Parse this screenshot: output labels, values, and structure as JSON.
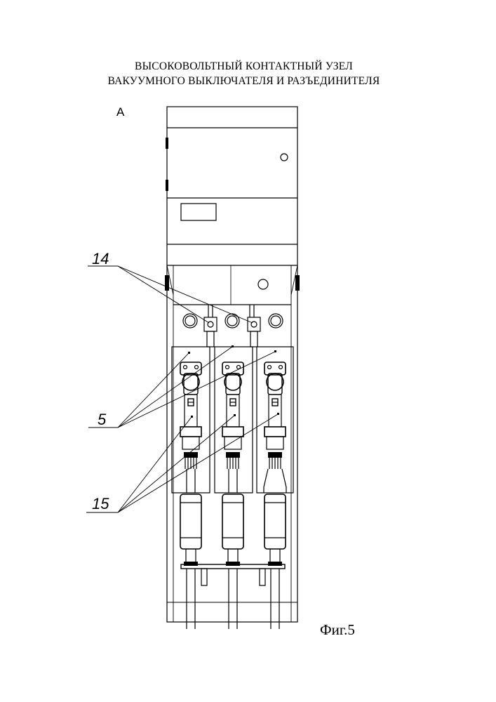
{
  "title": {
    "line1": "ВЫСОКОВОЛЬТНЫЙ КОНТАКТНЫЙ УЗЕЛ",
    "line2": "ВАКУУМНОГО ВЫКЛЮЧАТЕЛЯ И РАЗЪЕДИНИТЕЛЯ"
  },
  "view_label": "А",
  "callouts": {
    "label_14": "14",
    "label_5": "5",
    "label_15": "15"
  },
  "figure_caption": "Фиг.5"
}
